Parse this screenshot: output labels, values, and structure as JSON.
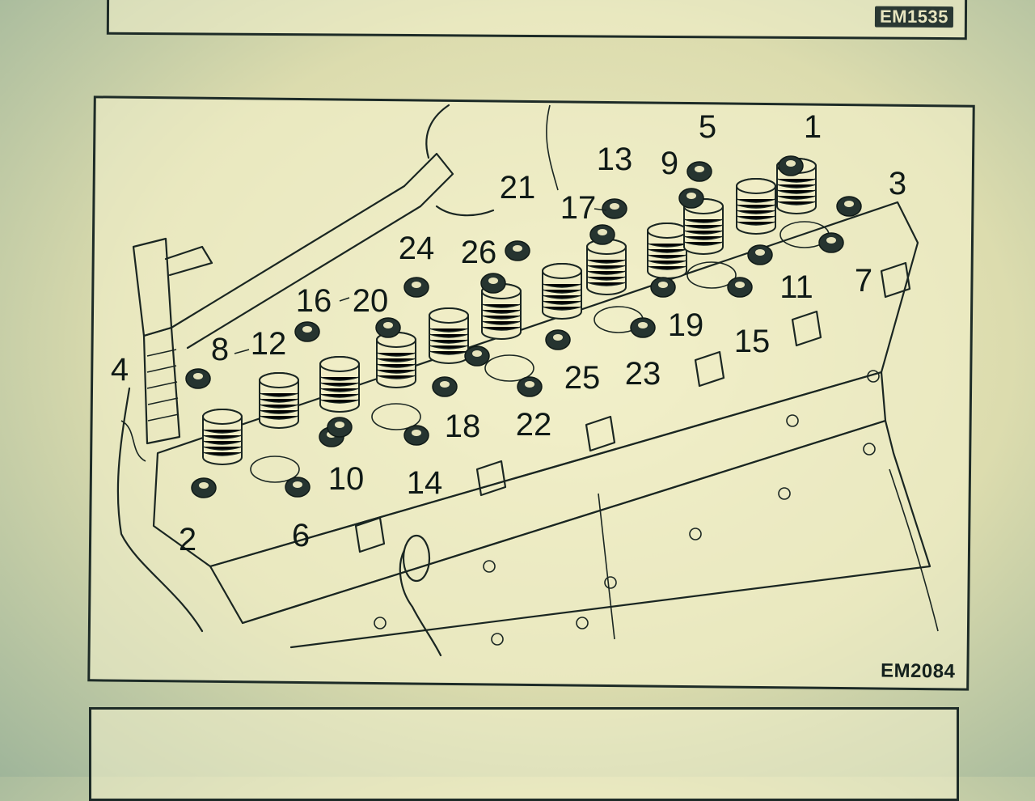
{
  "figures": {
    "top": {
      "code": "EM1535"
    },
    "main": {
      "code": "EM2084"
    }
  },
  "callouts": [
    "1",
    "2",
    "3",
    "4",
    "5",
    "6",
    "7",
    "8",
    "9",
    "10",
    "11",
    "12",
    "13",
    "14",
    "15",
    "16",
    "17",
    "18",
    "19",
    "20",
    "21",
    "22",
    "23",
    "24",
    "25",
    "26"
  ],
  "colors": {
    "ink": "#1a2622",
    "paper": "#efecc4",
    "frame": "#1d2b27"
  }
}
